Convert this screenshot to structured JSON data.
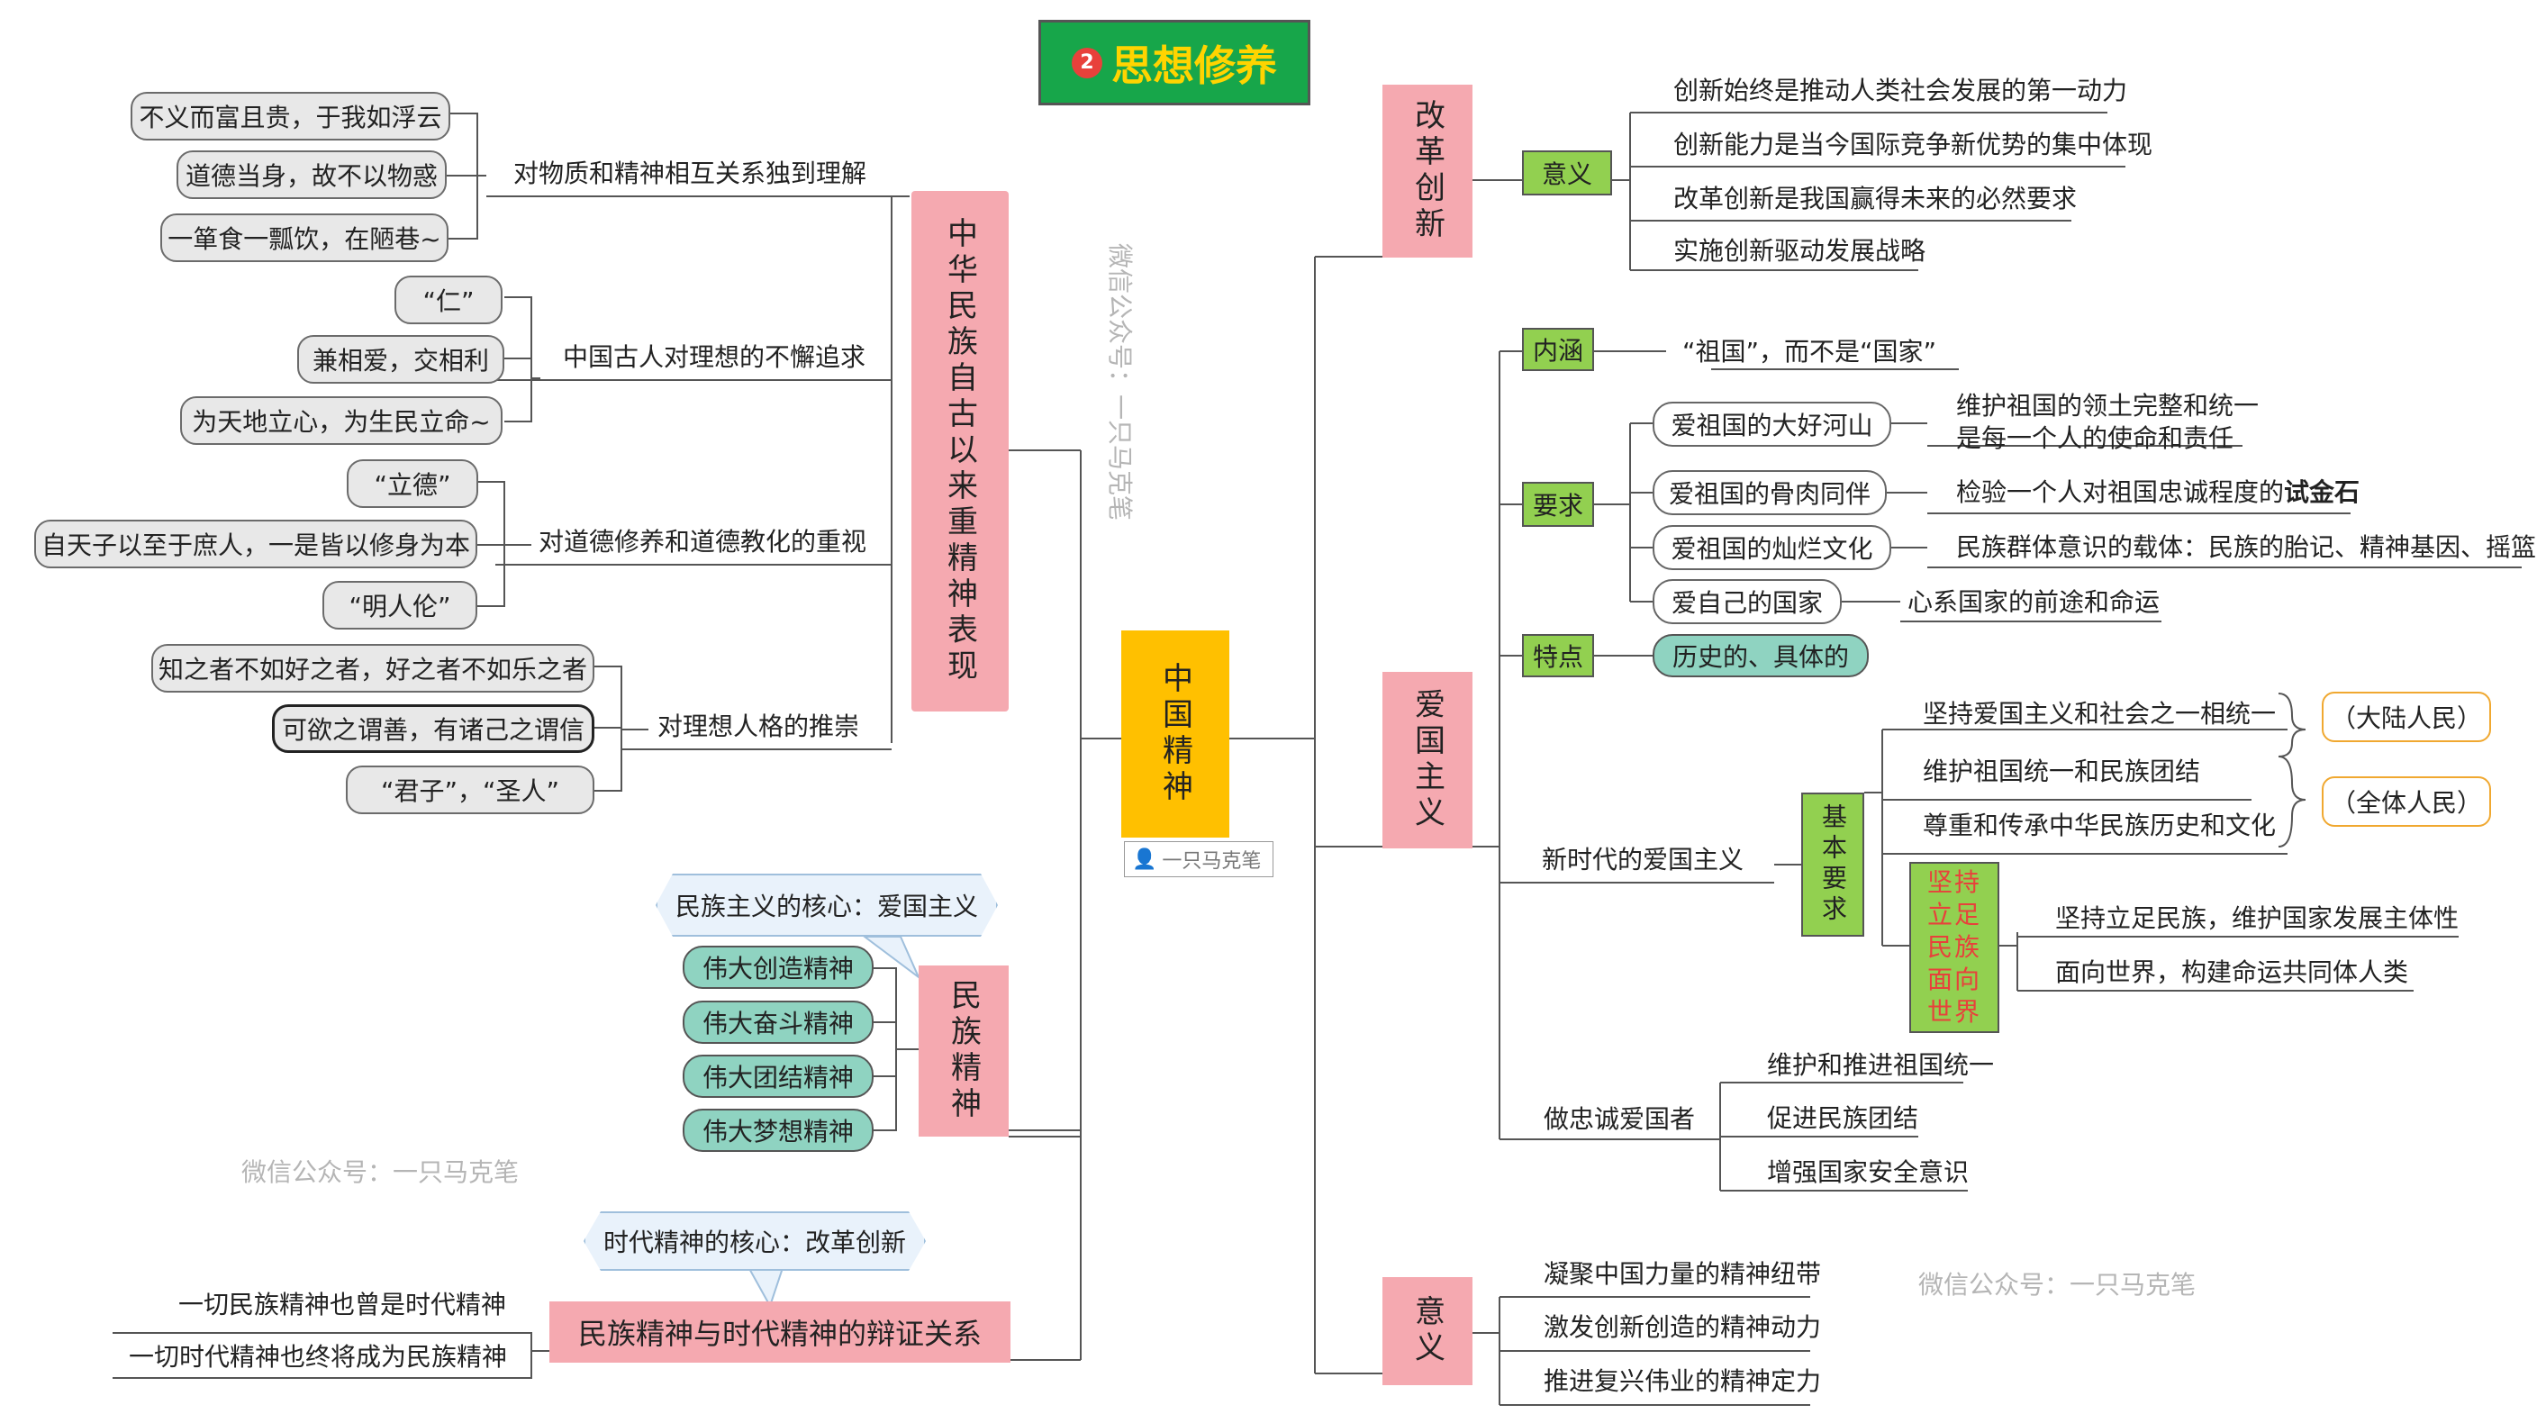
{
  "header": {
    "badge_number": "2",
    "title": "思想修养"
  },
  "center": {
    "label": "中国精神",
    "author_tag": "一只马克笔"
  },
  "watermarks": [
    "微信公众号：一只马克笔",
    "微信公众号：一只马克笔",
    "微信公众号：一只马克笔"
  ],
  "left": {
    "zhonghua": {
      "label": "中华民族自古以来重精神表现",
      "groups": [
        {
          "label": "对物质和精神相互关系独到理解",
          "items": [
            "不义而富且贵，于我如浮云",
            "道德当身，故不以物惑",
            "一箪食一瓢饮，在陋巷~"
          ]
        },
        {
          "label": "中国古人对理想的不懈追求",
          "items": [
            "“仁”",
            "兼相爱，交相利",
            "为天地立心，为生民立命~"
          ]
        },
        {
          "label": "对道德修养和道德教化的重视",
          "items": [
            "“立德”",
            "自天子以至于庶人，一是皆以修身为本",
            "“明人伦”"
          ]
        },
        {
          "label": "对理想人格的推崇",
          "items": [
            "知之者不如好之者，好之者不如乐之者",
            "可欲之谓善，有诸己之谓信",
            "“君子”，“圣人”"
          ]
        }
      ]
    },
    "minzu": {
      "label": "民族精神",
      "callout": "民族主义的核心：爱国主义",
      "items": [
        "伟大创造精神",
        "伟大奋斗精神",
        "伟大团结精神",
        "伟大梦想精神"
      ]
    },
    "dialectic": {
      "label": "民族精神与时代精神的辩证关系",
      "callout": "时代精神的核心：改革创新",
      "items": [
        "一切民族精神也曾是时代精神",
        "一切时代精神也终将成为民族精神"
      ]
    }
  },
  "right": {
    "reform": {
      "label": "改革创新",
      "sub_label": "意义",
      "items": [
        "创新始终是推动人类社会发展的第一动力",
        "创新能力是当今国际竞争新优势的集中体现",
        "改革创新是我国赢得未来的必然要求",
        "实施创新驱动发展战略"
      ]
    },
    "patriotism": {
      "label": "爱国主义",
      "neihan": {
        "label": "内涵",
        "value": "“祖国”，而不是“国家”"
      },
      "yaoqiu": {
        "label": "要求",
        "items": [
          {
            "label": "爱祖国的大好河山",
            "desc_line1": "维护祖国的领土完整和统一",
            "desc_line2": "是每一个人的使命和责任"
          },
          {
            "label": "爱祖国的骨肉同伴",
            "desc": "检验一个人对祖国忠诚程度的",
            "desc_bold": "试金石"
          },
          {
            "label": "爱祖国的灿烂文化",
            "desc": "民族群体意识的载体：民族的胎记、精神基因、摇篮"
          },
          {
            "label": "爱自己的国家",
            "desc": "心系国家的前途和命运"
          }
        ]
      },
      "tedian": {
        "label": "特点",
        "value": "历史的、具体的"
      },
      "new_era": {
        "label": "新时代的爱国主义",
        "basic_label": "基本要求",
        "items": [
          "坚持爱国主义和社会之一相统一",
          "维护祖国统一和民族团结",
          "尊重和传承中华民族历史和文化"
        ],
        "tags": [
          "（大陆人民）",
          "（全体人民）"
        ],
        "stand_label": "坚持立足民族面向世界",
        "stand_items": [
          "坚持立足民族，维护国家发展主体性",
          "面向世界，构建命运共同体人类"
        ]
      },
      "loyal": {
        "label": "做忠诚爱国者",
        "items": [
          "维护和推进祖国统一",
          "促进民族团结",
          "增强国家安全意识"
        ]
      }
    },
    "significance": {
      "label": "意义",
      "items": [
        "凝聚中国力量的精神纽带",
        "激发创新创造的精神动力",
        "推进复兴伟业的精神定力"
      ]
    }
  }
}
